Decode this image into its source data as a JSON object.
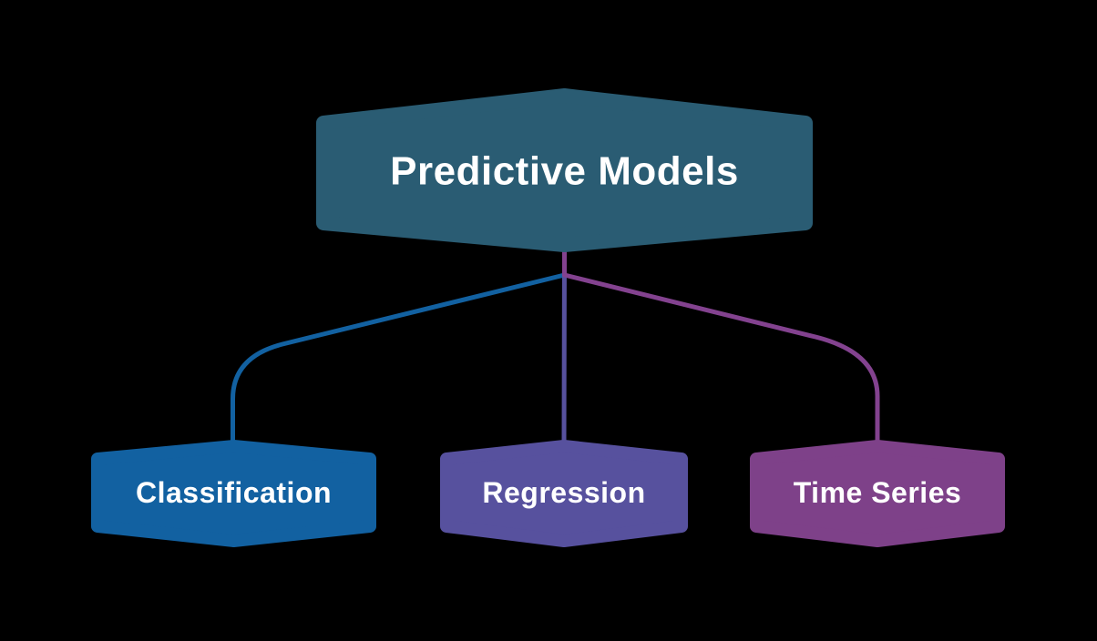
{
  "diagram": {
    "background": "#000000",
    "text_color": "#ffffff",
    "root": {
      "label": "Predictive Models",
      "fill": "#2a5c73"
    },
    "children": [
      {
        "label": "Classification",
        "fill": "#1261a1",
        "connector": "#1261a1"
      },
      {
        "label": "Regression",
        "fill": "#57519e",
        "connector": "#57519e"
      },
      {
        "label": "Time Series",
        "fill": "#7e4189",
        "connector": "#83428f"
      }
    ]
  }
}
